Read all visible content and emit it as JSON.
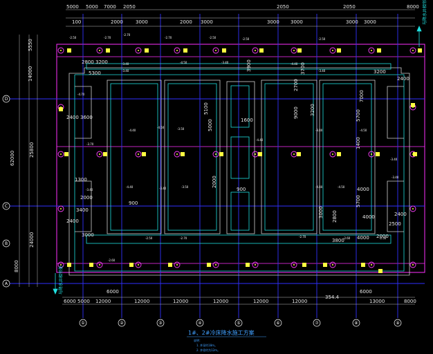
{
  "title": "1#、2#冷床降水施工方案",
  "notes": [
    "说明：",
    "1. 井深约18m。",
    "2. 井径约为12m。"
  ],
  "side_labels": {
    "top": "与降水井相邻处",
    "bottom": "与降水井相邻处"
  },
  "top_dims": {
    "row1": [
      "5000",
      "5000",
      "7000",
      "2050",
      "2050",
      "2050",
      "8000"
    ],
    "row2": [
      "100",
      "2000",
      "3000",
      "2000",
      "3000",
      "3000",
      "3000",
      "3000",
      "3000"
    ],
    "row3": [
      "2800",
      "3200",
      "5300",
      "3200",
      "2400"
    ]
  },
  "bottom_dims": [
    "6000",
    "5000",
    "12000",
    "6000",
    "12000",
    "12000",
    "12000",
    "12000",
    "12000",
    "354.4",
    "6000",
    "13000",
    "8000"
  ],
  "left_dims": [
    "5550",
    "14000",
    "62000",
    "25800",
    "24000",
    "8000"
  ],
  "inner_dims": [
    "2400",
    "3600",
    "1300",
    "2000",
    "3400",
    "900",
    "2400",
    "3000",
    "1600",
    "2000",
    "5000",
    "900",
    "7000",
    "5700",
    "1400",
    "4000",
    "5700",
    "2400",
    "4000",
    "2500",
    "3000",
    "2800",
    "4000",
    "2000",
    "3800",
    "9000",
    "3200",
    "5100",
    "2700",
    "3700",
    "3900"
  ],
  "row_axes": [
    "D",
    "C",
    "B",
    "A"
  ],
  "col_axes": [
    "①",
    "②",
    "③",
    "④",
    "⑤",
    "⑥",
    "⑦",
    "⑧",
    "⑨"
  ],
  "level_labels": [
    "-2.50",
    "-2.70",
    "-2.70",
    "-2.70",
    "-2.50",
    "-2.50",
    "-2.50",
    "-3.40",
    "-4.50",
    "-3.40",
    "-4.40",
    "-3.40",
    "-3.40",
    "-4.40",
    "-4.50",
    "-3.50",
    "-4.40",
    "-3.40",
    "-4.50",
    "-4.70",
    "-3.70",
    "-3.40",
    "-3.40",
    "-4.40",
    "-3.40",
    "-3.50",
    "-4.40",
    "-4.50",
    "-3.40",
    "-2.50",
    "-2.70",
    "-2.70",
    "-2.60",
    "-2.50",
    "-2.60"
  ],
  "colors": {
    "background": "#000000",
    "grid_blue": "#3030ff",
    "grid_magenta": "#ff30ff",
    "cyan": "#20e0e0",
    "dim_white": "#e8e8e8",
    "outline_white": "#d0d0d0",
    "well_fill": "#ffff40",
    "well_ring": "#ff40ff",
    "title_blue": "#40a0ff"
  }
}
